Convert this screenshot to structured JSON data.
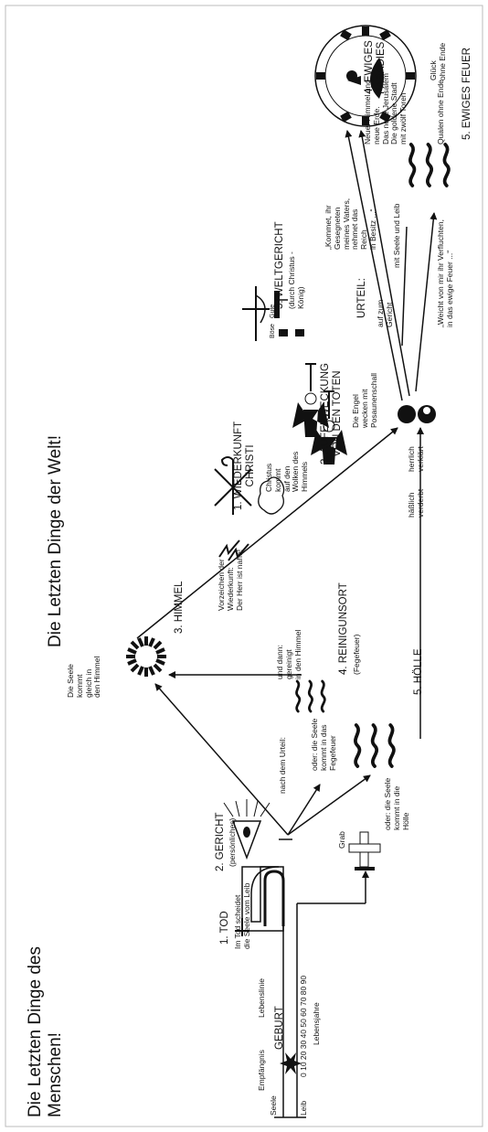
{
  "titles": {
    "menschen": "Die Letzten Dinge des\nMenschen!",
    "welt": "Die Letzten Dinge der Welt!"
  },
  "life": {
    "seele": "Seele",
    "leib": "Leib",
    "empfaengnis": "Empfängnis",
    "geburt": "GEBURT",
    "lebenslinie": "Lebenslinie",
    "ticks": "0 10 20 30 40 50 60 70 80 90",
    "lebensjahre": "Lebensjahre",
    "grab": "Grab"
  },
  "tod": {
    "title": "1. TOD",
    "desc": "Im Tod scheidet\ndie Seele vom Leib"
  },
  "gericht": {
    "title": "2. GERICHT",
    "sub": "(persönliches)",
    "nach": "nach dem Urteil:"
  },
  "himmel": {
    "desc": "Die Seele\nkommt\ngleich in\nden Himmel",
    "title": "3. HIMMEL"
  },
  "fegefeuer": {
    "desc": "oder: die Seele\nkommt in das\nFegefeuer",
    "dann": "und dann:\ngereinigt\nin den Himmel",
    "title": "4. REINIGUNSORT",
    "sub": "(Fegefeuer)"
  },
  "hoelle": {
    "desc": "oder: die Seele\nkommt in die\nHölle",
    "title": "5. HÖLLE"
  },
  "vorzeichen": "Vorzeichen der\nWiederkunft:\nDer Herr ist nahe!",
  "wiederkunft": {
    "title": "1. WIEDERKUNFT\nCHRISTI",
    "desc": "Christus\nkommt\nauf den\nWolken des\nHimmels"
  },
  "auferweckung": {
    "title": "2. AUFERWECKUNG\nVON DEN TOTEN",
    "engel": "Die Engel\nwecken mit\nPosaunenschall"
  },
  "verklaert": {
    "hass": "häßlich\nverderbt",
    "herr": "herrlich\nverklärt"
  },
  "weltgericht": {
    "title": "3. WELTGERICHT",
    "sub": "(durch Christus -\nKönig)",
    "boese": "Böse",
    "gute": "Gute"
  },
  "urteil": {
    "label": "URTEIL:",
    "auf": "auf zum\nGericht",
    "kommet": "„Kommet, ihr\nGesegneten\nmeines Vaters,\nnehmet das\nReich\nin Besitz ...“",
    "weicht": "„Weicht von mir ihr Verfluchten,\nin das ewige Feuer ...“",
    "seele_leib": "mit Seele und Leib"
  },
  "paradies": {
    "title": "4. EWIGES\nPARADIES",
    "desc": "Neuer Himmel und\nneue Erde.\nDas neue Jerusalem\nDie goldene Stadt\nmit zwölf Toren",
    "glueck": "Glück\nohne Ende"
  },
  "feuer": {
    "qualen": "Qualen ohne Ende",
    "title": "5. EWIGES FEUER"
  }
}
